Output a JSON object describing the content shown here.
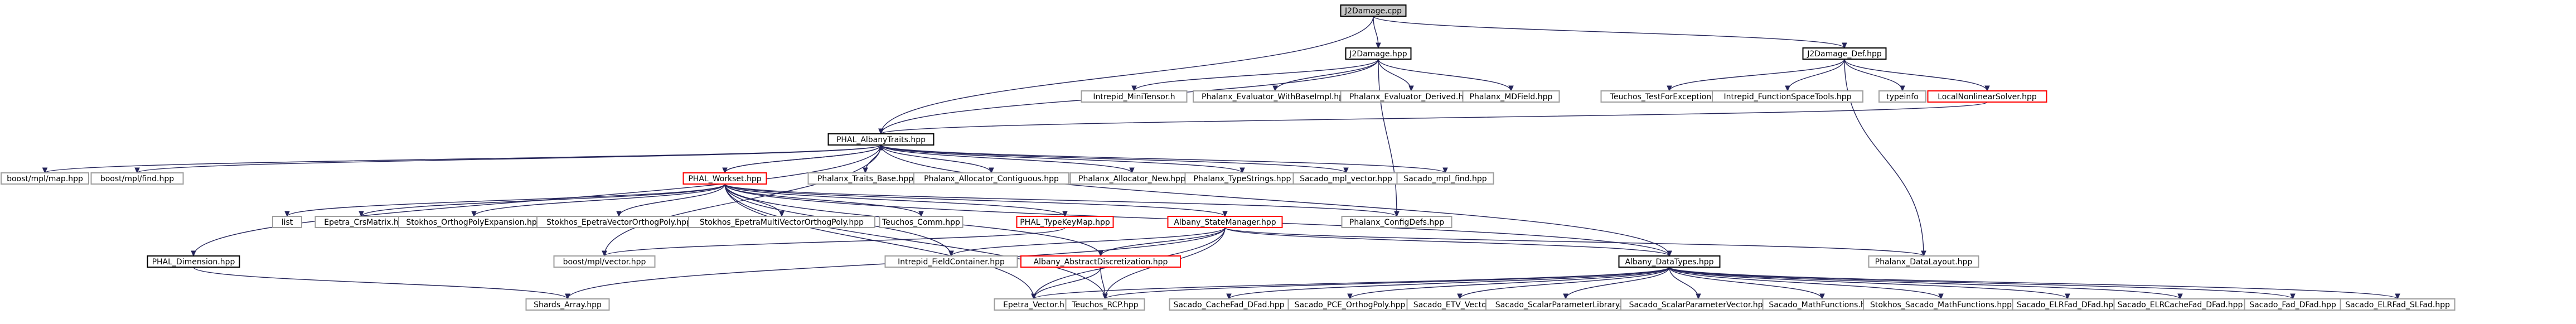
{
  "title": "J2Damage.cpp",
  "colors": {
    "node_border": "#9e9e9e",
    "node_border_linked": "#c3c3c3",
    "node_border_highlight": "#ff0000",
    "root_fill": "#c8c8c8",
    "edge": "#25255a"
  },
  "nodes": [
    {
      "id": "root",
      "label": "J2Damage.cpp",
      "kind": "root"
    },
    {
      "id": "j2hpp",
      "label": "J2Damage.hpp",
      "kind": "linked"
    },
    {
      "id": "j2def",
      "label": "J2Damage_Def.hpp",
      "kind": "linked"
    },
    {
      "id": "mdtensor",
      "label": "Intrepid_MiniTensor.h",
      "kind": "plain"
    },
    {
      "id": "evalwbase",
      "label": "Phalanx_Evaluator_WithBaseImpl.hpp",
      "kind": "plain"
    },
    {
      "id": "evalderived",
      "label": "Phalanx_Evaluator_Derived.hpp",
      "kind": "plain"
    },
    {
      "id": "mdfield",
      "label": "Phalanx_MDField.hpp",
      "kind": "plain"
    },
    {
      "id": "testfor",
      "label": "Teuchos_TestForException.hpp",
      "kind": "plain"
    },
    {
      "id": "funcspace",
      "label": "Intrepid_FunctionSpaceTools.hpp",
      "kind": "plain"
    },
    {
      "id": "typeinfo",
      "label": "typeinfo",
      "kind": "plain"
    },
    {
      "id": "localnl",
      "label": "LocalNonlinearSolver.hpp",
      "kind": "highlight"
    },
    {
      "id": "albtraits",
      "label": "PHAL_AlbanyTraits.hpp",
      "kind": "linked"
    },
    {
      "id": "mplmap",
      "label": "boost/mpl/map.hpp",
      "kind": "plain"
    },
    {
      "id": "mplfind",
      "label": "boost/mpl/find.hpp",
      "kind": "plain"
    },
    {
      "id": "workset",
      "label": "PHAL_Workset.hpp",
      "kind": "highlight"
    },
    {
      "id": "travbase",
      "label": "Phalanx_Traits_Base.hpp",
      "kind": "plain"
    },
    {
      "id": "alloccont",
      "label": "Phalanx_Allocator_Contiguous.hpp",
      "kind": "plain"
    },
    {
      "id": "allocnew",
      "label": "Phalanx_Allocator_New.hpp",
      "kind": "plain"
    },
    {
      "id": "typestrings",
      "label": "Phalanx_TypeStrings.hpp",
      "kind": "plain"
    },
    {
      "id": "sacvec",
      "label": "Sacado_mpl_vector.hpp",
      "kind": "plain"
    },
    {
      "id": "sacfind",
      "label": "Sacado_mpl_find.hpp",
      "kind": "plain"
    },
    {
      "id": "list",
      "label": "list",
      "kind": "plain"
    },
    {
      "id": "crsmat",
      "label": "Epetra_CrsMatrix.h",
      "kind": "plain"
    },
    {
      "id": "orthopoly",
      "label": "Stokhos_OrthogPolyExpansion.hpp",
      "kind": "plain"
    },
    {
      "id": "epvecortho",
      "label": "Stokhos_EpetraVectorOrthogPoly.hpp",
      "kind": "plain"
    },
    {
      "id": "epmvortho",
      "label": "Stokhos_EpetraMultiVectorOrthogPoly.hpp",
      "kind": "plain"
    },
    {
      "id": "comm",
      "label": "Teuchos_Comm.hpp",
      "kind": "plain"
    },
    {
      "id": "typekeymap",
      "label": "PHAL_TypeKeyMap.hpp",
      "kind": "highlight"
    },
    {
      "id": "statemgr",
      "label": "Albany_StateManager.hpp",
      "kind": "highlight"
    },
    {
      "id": "confdefs",
      "label": "Phalanx_ConfigDefs.hpp",
      "kind": "plain"
    },
    {
      "id": "dimension",
      "label": "PHAL_Dimension.hpp",
      "kind": "linked"
    },
    {
      "id": "mplvector",
      "label": "boost/mpl/vector.hpp",
      "kind": "plain"
    },
    {
      "id": "fieldcont",
      "label": "Intrepid_FieldContainer.hpp",
      "kind": "plain"
    },
    {
      "id": "absdisc",
      "label": "Albany_AbstractDiscretization.hpp",
      "kind": "highlight"
    },
    {
      "id": "datatypes",
      "label": "Albany_DataTypes.hpp",
      "kind": "linked"
    },
    {
      "id": "datalayout",
      "label": "Phalanx_DataLayout.hpp",
      "kind": "plain"
    },
    {
      "id": "shards",
      "label": "Shards_Array.hpp",
      "kind": "plain"
    },
    {
      "id": "epvector",
      "label": "Epetra_Vector.h",
      "kind": "plain"
    },
    {
      "id": "rcp",
      "label": "Teuchos_RCP.hpp",
      "kind": "plain"
    },
    {
      "id": "cachefad",
      "label": "Sacado_CacheFad_DFad.hpp",
      "kind": "plain"
    },
    {
      "id": "pceortho",
      "label": "Sacado_PCE_OrthogPoly.hpp",
      "kind": "plain"
    },
    {
      "id": "etvvec",
      "label": "Sacado_ETV_Vector.hpp",
      "kind": "plain"
    },
    {
      "id": "sclib",
      "label": "Sacado_ScalarParameterLibrary.hpp",
      "kind": "plain"
    },
    {
      "id": "scvec",
      "label": "Sacado_ScalarParameterVector.hpp",
      "kind": "plain"
    },
    {
      "id": "mathfn",
      "label": "Sacado_MathFunctions.hpp",
      "kind": "plain"
    },
    {
      "id": "stmathfn",
      "label": "Stokhos_Sacado_MathFunctions.hpp",
      "kind": "plain"
    },
    {
      "id": "elrfad",
      "label": "Sacado_ELRFad_DFad.hpp",
      "kind": "plain"
    },
    {
      "id": "elrcache",
      "label": "Sacado_ELRCacheFad_DFad.hpp",
      "kind": "plain"
    },
    {
      "id": "fad",
      "label": "Sacado_Fad_DFad.hpp",
      "kind": "plain"
    },
    {
      "id": "elrslfad",
      "label": "Sacado_ELRFad_SLFad.hpp",
      "kind": "plain"
    }
  ],
  "edges": [
    [
      "root",
      "j2hpp"
    ],
    [
      "root",
      "j2def"
    ],
    [
      "root",
      "albtraits"
    ],
    [
      "j2hpp",
      "mdtensor"
    ],
    [
      "j2hpp",
      "evalwbase"
    ],
    [
      "j2hpp",
      "evalderived"
    ],
    [
      "j2hpp",
      "mdfield"
    ],
    [
      "j2hpp",
      "albtraits"
    ],
    [
      "j2hpp",
      "confdefs"
    ],
    [
      "j2def",
      "testfor"
    ],
    [
      "j2def",
      "funcspace"
    ],
    [
      "j2def",
      "typeinfo"
    ],
    [
      "j2def",
      "localnl"
    ],
    [
      "j2def",
      "datalayout"
    ],
    [
      "localnl",
      "albtraits"
    ],
    [
      "albtraits",
      "mplmap"
    ],
    [
      "albtraits",
      "mplfind"
    ],
    [
      "albtraits",
      "workset"
    ],
    [
      "albtraits",
      "travbase"
    ],
    [
      "albtraits",
      "alloccont"
    ],
    [
      "albtraits",
      "allocnew"
    ],
    [
      "albtraits",
      "typestrings"
    ],
    [
      "albtraits",
      "sacvec"
    ],
    [
      "albtraits",
      "sacfind"
    ],
    [
      "albtraits",
      "dimension"
    ],
    [
      "albtraits",
      "datatypes"
    ],
    [
      "albtraits",
      "mplvector"
    ],
    [
      "workset",
      "albtraits"
    ],
    [
      "workset",
      "list"
    ],
    [
      "workset",
      "crsmat"
    ],
    [
      "workset",
      "orthopoly"
    ],
    [
      "workset",
      "epvecortho"
    ],
    [
      "workset",
      "epmvortho"
    ],
    [
      "workset",
      "comm"
    ],
    [
      "workset",
      "typekeymap"
    ],
    [
      "workset",
      "statemgr"
    ],
    [
      "workset",
      "confdefs"
    ],
    [
      "workset",
      "absdisc"
    ],
    [
      "workset",
      "fieldcont"
    ],
    [
      "workset",
      "datatypes"
    ],
    [
      "workset",
      "epvector"
    ],
    [
      "workset",
      "rcp"
    ],
    [
      "typekeymap",
      "mplvector"
    ],
    [
      "statemgr",
      "fieldcont"
    ],
    [
      "statemgr",
      "absdisc"
    ],
    [
      "statemgr",
      "datatypes"
    ],
    [
      "statemgr",
      "datalayout"
    ],
    [
      "statemgr",
      "shards"
    ],
    [
      "statemgr",
      "epvector"
    ],
    [
      "statemgr",
      "rcp"
    ],
    [
      "dimension",
      "shards"
    ],
    [
      "absdisc",
      "epvector"
    ],
    [
      "absdisc",
      "rcp"
    ],
    [
      "datatypes",
      "cachefad"
    ],
    [
      "datatypes",
      "pceortho"
    ],
    [
      "datatypes",
      "etvvec"
    ],
    [
      "datatypes",
      "sclib"
    ],
    [
      "datatypes",
      "scvec"
    ],
    [
      "datatypes",
      "mathfn"
    ],
    [
      "datatypes",
      "stmathfn"
    ],
    [
      "datatypes",
      "elrfad"
    ],
    [
      "datatypes",
      "elrcache"
    ],
    [
      "datatypes",
      "fad"
    ],
    [
      "datatypes",
      "elrslfad"
    ],
    [
      "datatypes",
      "rcp"
    ],
    [
      "datatypes",
      "epvector"
    ]
  ]
}
